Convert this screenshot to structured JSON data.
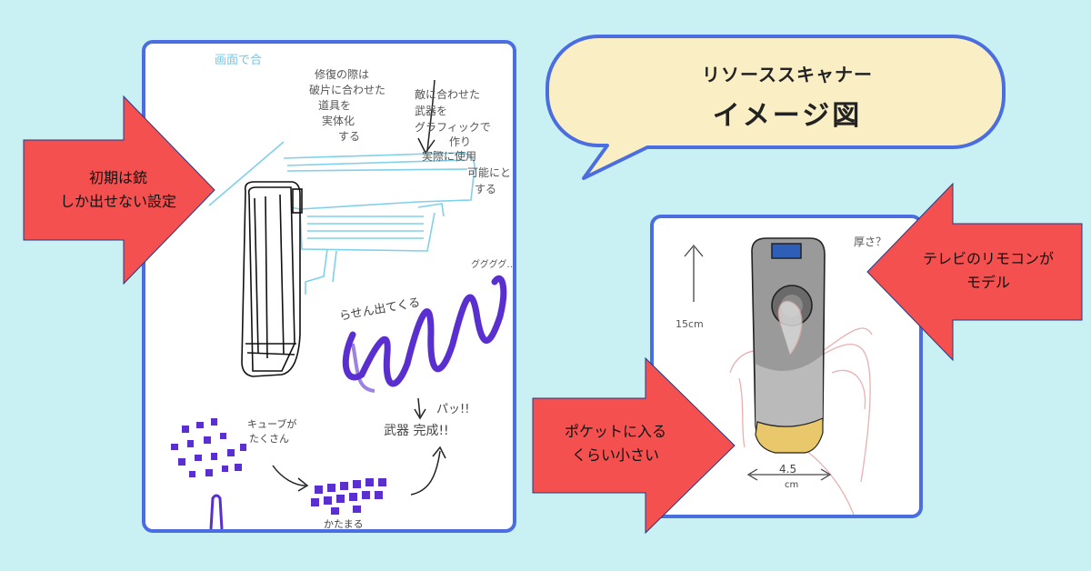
{
  "bubble": {
    "line1": "リソーススキャナー",
    "line2": "イメージ図"
  },
  "callouts": {
    "left": [
      "初期は銃",
      "しか出せない設定"
    ],
    "right": [
      "テレビのリモコンが",
      "モデル"
    ],
    "bottom": [
      "ポケットに入る",
      "くらい小さい"
    ]
  },
  "sketch_left_notes": {
    "top": "画面で合",
    "note1": [
      "修復の際は",
      "破片に合わせた",
      "道具を",
      "実体化",
      "する"
    ],
    "note2": [
      "敵に合わせた",
      "武器を",
      "グラフィックで",
      "作り",
      "実際に使用",
      "可能にと",
      "する"
    ],
    "spiral": "らせん出てくる",
    "cubes": [
      "キューブが",
      "たくさん"
    ],
    "result1": "パッ!!",
    "result2": "武器 完成!!",
    "scribble": "ググググ…",
    "bottom": "かたまる"
  },
  "sketch_right_notes": {
    "length": "15cm",
    "thickness": "厚さ？",
    "width_value": "4.5",
    "width_unit": "cm"
  },
  "colors": {
    "background": "#c9f1f3",
    "arrow_fill": "#f4504f",
    "panel_border": "#4a6ee0",
    "bubble_fill": "#faeec5",
    "sketch_blue": "#6fc9e6",
    "sketch_purple": "#5a2fd0"
  }
}
